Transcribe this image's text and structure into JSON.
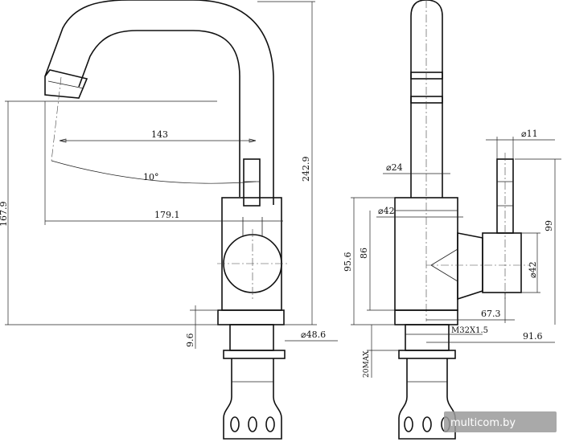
{
  "dimensions": {
    "front": {
      "spout_reach": "143",
      "swivel_angle": "10°",
      "overall_reach": "179.1",
      "spout_height": "167.9",
      "total_height": "242.9",
      "flange_thickness": "9.6",
      "flange_diameter": "⌀48.6"
    },
    "side": {
      "handle_diameter": "⌀11",
      "tube_diameter": "⌀24",
      "body_diameter": "⌀42",
      "body_height": "95.6",
      "body_inner_height": "86",
      "handle_height": "99",
      "cartridge_diameter": "⌀42",
      "handle_offset": "67.3",
      "thread": "M32X1.5",
      "base_to_handle": "91.6",
      "max_counter_thickness": "20MAX"
    }
  },
  "watermark": "multicom.by"
}
